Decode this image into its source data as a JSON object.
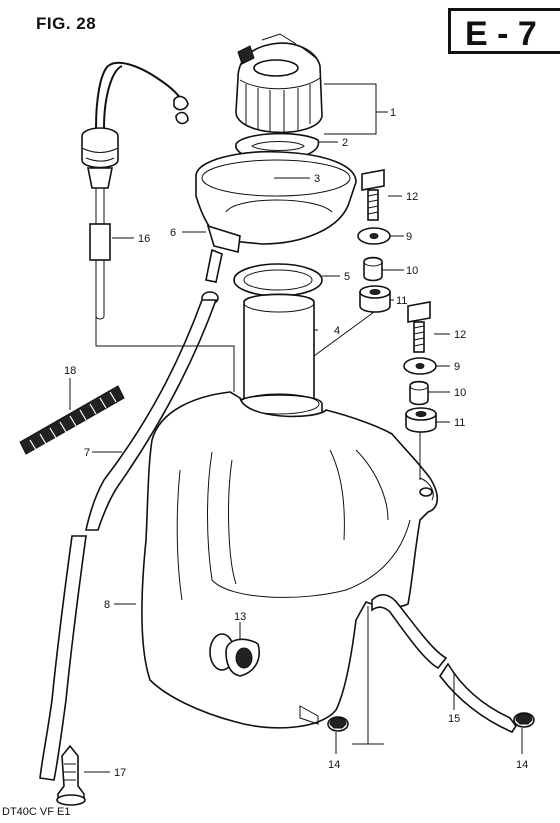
{
  "figure": {
    "title": "FIG. 28",
    "section": "E - 7",
    "model_code": "DT40C VF E1"
  },
  "callouts": {
    "p1": "1",
    "p2": "2",
    "p3": "3",
    "p4": "4",
    "p5": "5",
    "p6": "6",
    "p7": "7",
    "p8": "8",
    "p9a": "9",
    "p9b": "9",
    "p10a": "10",
    "p10b": "10",
    "p11a": "11",
    "p11b": "11",
    "p12a": "12",
    "p12b": "12",
    "p13": "13",
    "p14a": "14",
    "p14b": "14",
    "p15": "15",
    "p16": "16",
    "p17": "17",
    "p18": "18"
  }
}
